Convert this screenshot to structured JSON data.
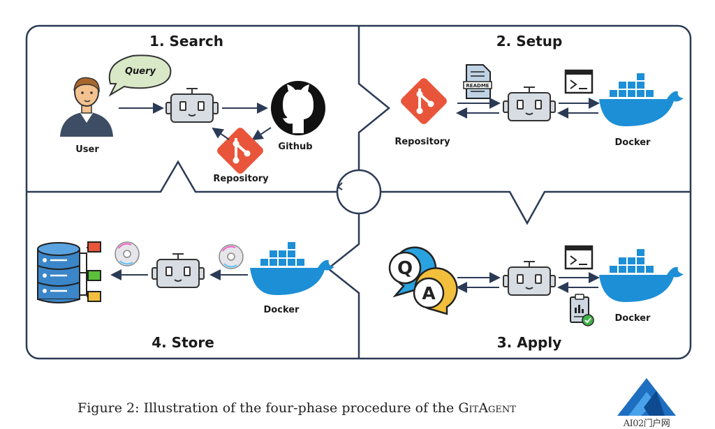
{
  "phases": {
    "search": "1. Search",
    "setup": "2. Setup",
    "apply": "3. Apply",
    "store": "4. Store"
  },
  "labels": {
    "query": "Query",
    "user": "User",
    "github": "Github",
    "repository": "Repository",
    "docker": "Docker",
    "readme": "README",
    "terminal": ">_"
  },
  "caption": {
    "prefix": "Figure 2: Illustration of the four-phase procedure of the ",
    "name": "GitAgent"
  },
  "logo": {
    "text": "AI02门户网"
  },
  "colors": {
    "border": "#2b3a55",
    "git": "#e9553a",
    "docker": "#1d8fd6",
    "robot": "#d8dde3",
    "disk": "#e6e6ea",
    "db": "#3b86c9"
  },
  "icons": [
    "user-icon",
    "robot-icon",
    "github-icon",
    "git-icon",
    "docker-icon",
    "readme-icon",
    "terminal-icon",
    "qa-icon",
    "report-icon",
    "disk-icon",
    "database-icon"
  ]
}
